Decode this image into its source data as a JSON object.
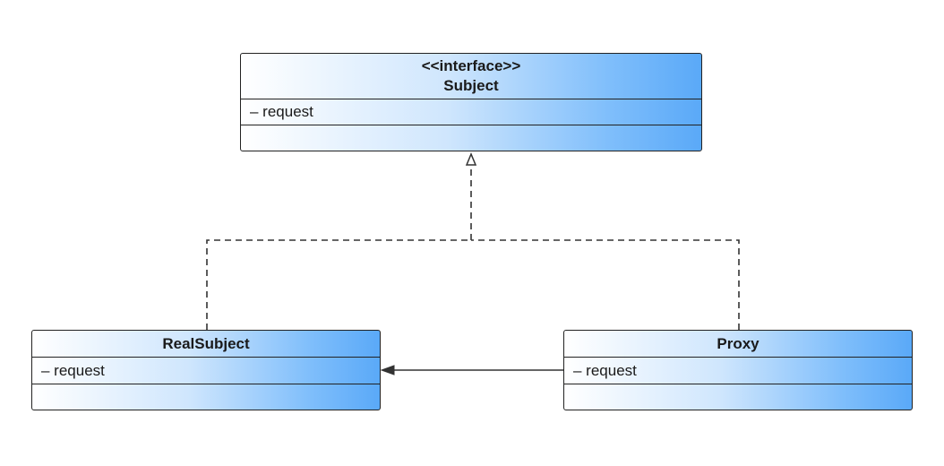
{
  "diagram": {
    "classes": {
      "subject": {
        "stereotype": "<<interface>>",
        "name": "Subject",
        "attributes": [
          "– request"
        ],
        "operations": []
      },
      "realsubject": {
        "name": "RealSubject",
        "attributes": [
          "– request"
        ],
        "operations": []
      },
      "proxy": {
        "name": "Proxy",
        "attributes": [
          "– request"
        ],
        "operations": []
      }
    },
    "relations": [
      {
        "from": "RealSubject",
        "to": "Subject",
        "kind": "realization"
      },
      {
        "from": "Proxy",
        "to": "Subject",
        "kind": "realization"
      },
      {
        "from": "Proxy",
        "to": "RealSubject",
        "kind": "association"
      }
    ],
    "colors": {
      "gradient_start": "#ffffff",
      "gradient_end": "#5aa9f8",
      "border": "#222222",
      "edge": "#333333"
    }
  }
}
